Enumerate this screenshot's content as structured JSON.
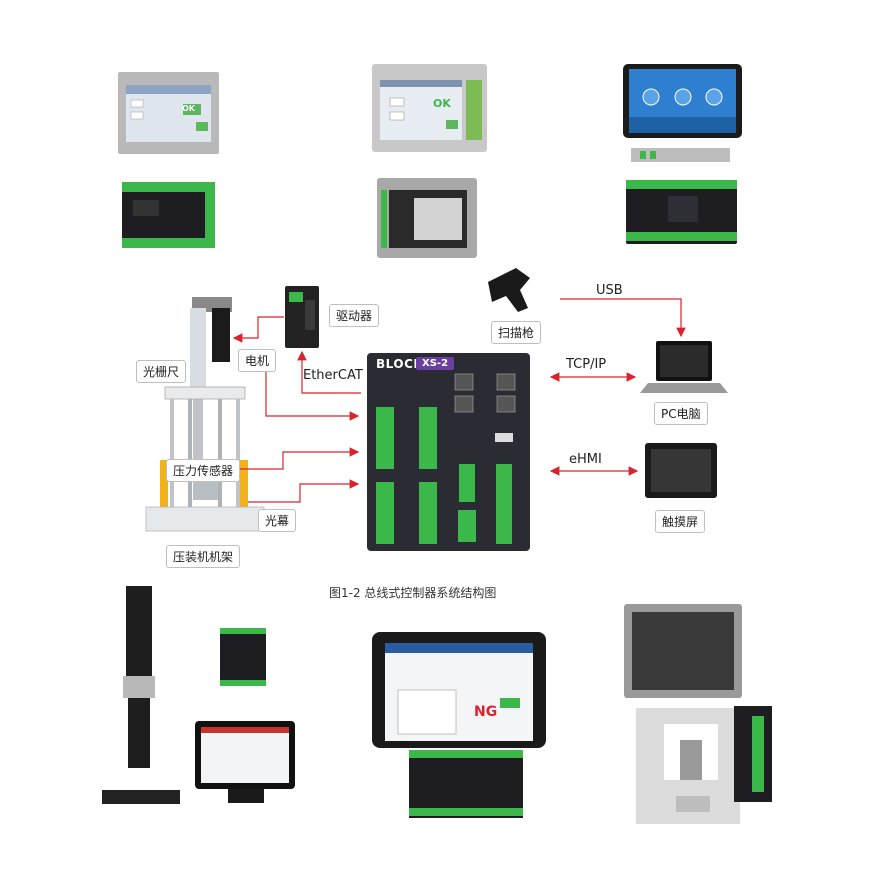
{
  "top_row": {
    "hmi_small_ok": "OK",
    "hmi_mid_ok": "OK"
  },
  "diagram": {
    "labels": {
      "driver": "驱动器",
      "motor": "电机",
      "grating": "光栅尺",
      "ethercat": "EtherCAT",
      "pressure_sensor": "压力传感器",
      "light_curtain": "光幕",
      "frame": "压装机机架",
      "scanner": "扫描枪",
      "usb": "USB",
      "tcpip": "TCP/IP",
      "pc": "PC电脑",
      "ehmi": "eHMI",
      "touchscreen": "触摸屏"
    },
    "controller": {
      "brand": "BLOCK",
      "model": "XS-2"
    },
    "caption": "图1-2  总线式控制器系统结构图"
  },
  "bottom_row": {
    "hmi_ng": "NG"
  },
  "colors": {
    "arrow": "#d9232d",
    "controller_body": "#2b2b33",
    "terminal_green": "#3cb84a",
    "model_badge": "#6a3fa0"
  }
}
